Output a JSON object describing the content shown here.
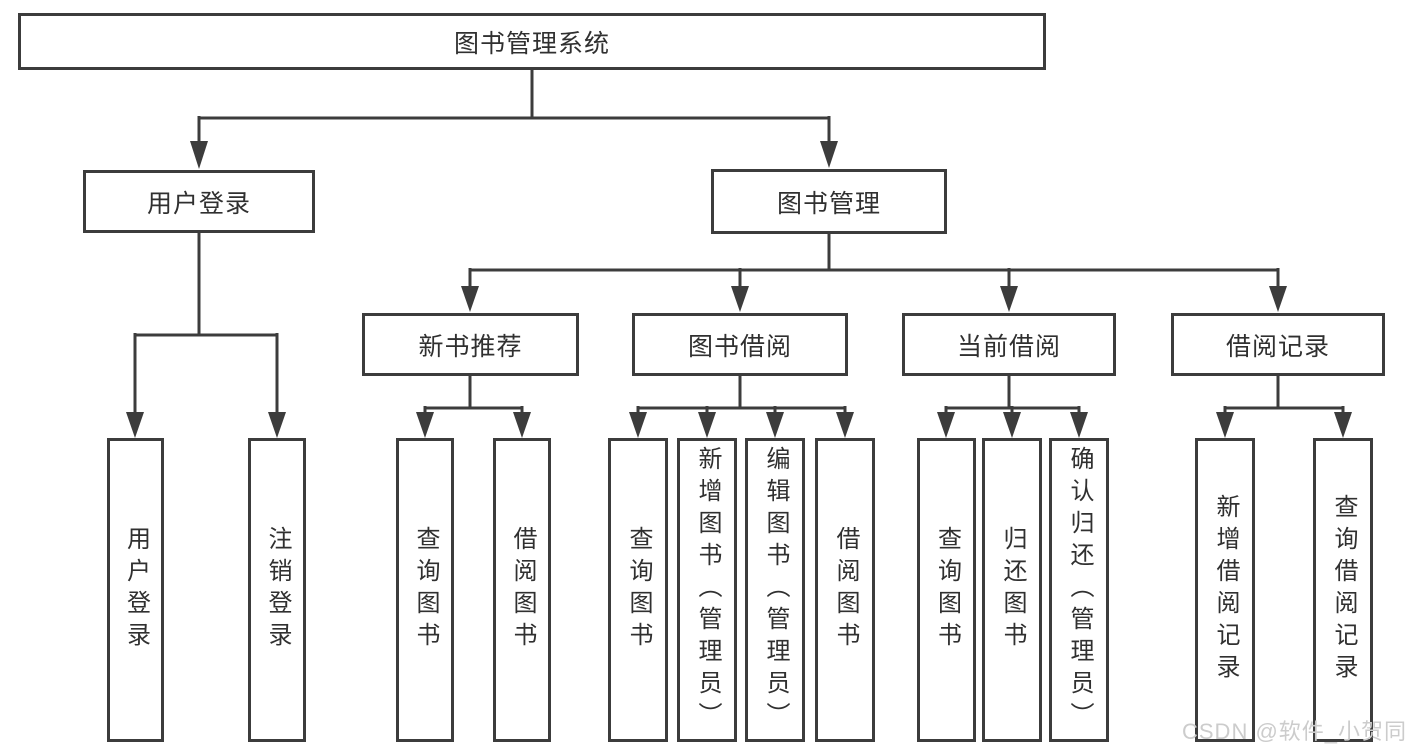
{
  "diagram": {
    "tree": {
      "label": "图书管理系统",
      "children": [
        {
          "label": "用户登录",
          "children": [
            {
              "label": "用户登录"
            },
            {
              "label": "注销登录"
            }
          ]
        },
        {
          "label": "图书管理",
          "children": [
            {
              "label": "新书推荐",
              "children": [
                {
                  "label": "查询图书"
                },
                {
                  "label": "借阅图书"
                }
              ]
            },
            {
              "label": "图书借阅",
              "children": [
                {
                  "label": "查询图书"
                },
                {
                  "label": "新增图书（管理员）"
                },
                {
                  "label": "编辑图书（管理员）"
                },
                {
                  "label": "借阅图书"
                }
              ]
            },
            {
              "label": "当前借阅",
              "children": [
                {
                  "label": "查询图书"
                },
                {
                  "label": "归还图书"
                },
                {
                  "label": "确认归还（管理员）"
                }
              ]
            },
            {
              "label": "借阅记录",
              "children": [
                {
                  "label": "新增借阅记录"
                },
                {
                  "label": "查询借阅记录"
                }
              ]
            }
          ]
        }
      ]
    },
    "watermark": "CSDN @软件_小贺同学",
    "colors": {
      "line": "#3c3c3c",
      "text": "#303030",
      "background": "#ffffff",
      "watermark": "#cccccc"
    }
  }
}
